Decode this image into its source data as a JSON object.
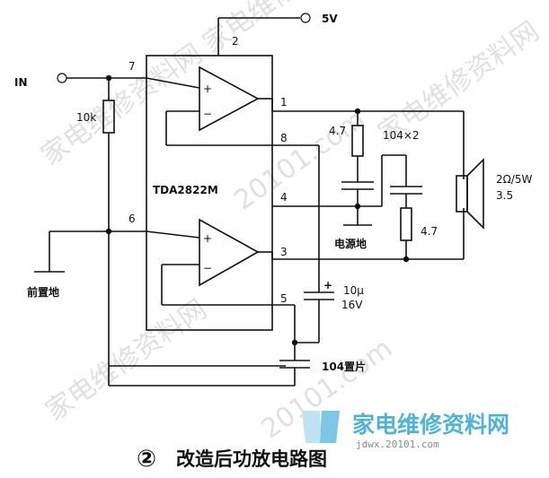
{
  "diagram": {
    "caption_number": "②",
    "caption": "改造后功放电路图",
    "chip": "TDA2822M",
    "supply": "5V",
    "input": "IN",
    "pins": {
      "p1": "1",
      "p2": "2",
      "p3": "3",
      "p4": "4",
      "p5": "5",
      "p6": "6",
      "p7": "7",
      "p8": "8"
    },
    "components": {
      "r_input": "10k",
      "r_top": "4.7",
      "c_pair": "104×2",
      "r_bottom": "4.7",
      "c_elec_value": "10μ",
      "c_elec_voltage": "16V",
      "c_elec_plus": "+",
      "c_ceramic": "104置片",
      "speaker_1": "2Ω/5W",
      "speaker_2": "3.5"
    },
    "grounds": {
      "front": "前置地",
      "power": "电源地"
    },
    "opamp_signs": {
      "plus": "+",
      "minus": "−"
    }
  },
  "watermark": {
    "text": "家电维修资料网",
    "url": "20101.com",
    "logo_text": "家电维修资料网",
    "logo_url": "jdwx.20101.com"
  }
}
